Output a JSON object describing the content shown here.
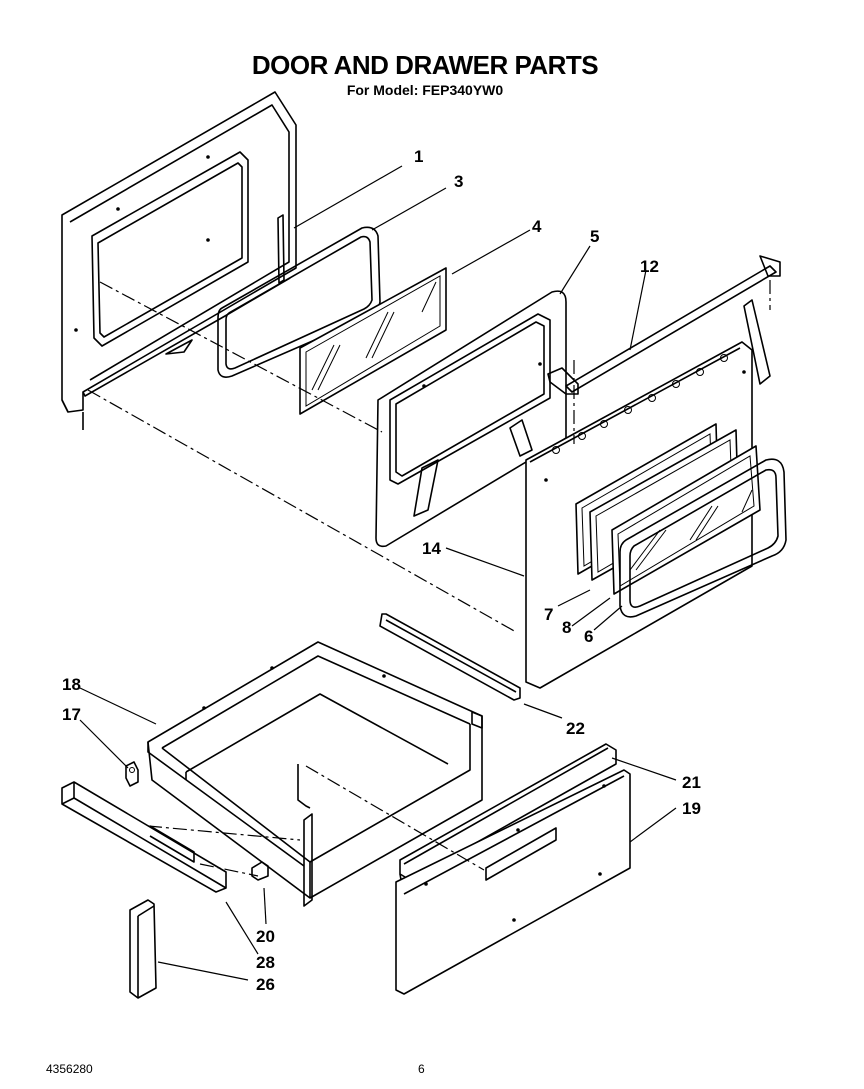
{
  "header": {
    "title": "DOOR AND DRAWER PARTS",
    "subtitle": "For Model: FEP340YW0"
  },
  "footer": {
    "doc_number": "4356280",
    "page_number": "6"
  },
  "callouts": {
    "c1": "1",
    "c3": "3",
    "c4": "4",
    "c5": "5",
    "c12": "12",
    "c14": "14",
    "c7": "7",
    "c8": "8",
    "c6": "6",
    "c18": "18",
    "c17": "17",
    "c22": "22",
    "c21": "21",
    "c19": "19",
    "c20": "20",
    "c28": "28",
    "c26": "26"
  }
}
